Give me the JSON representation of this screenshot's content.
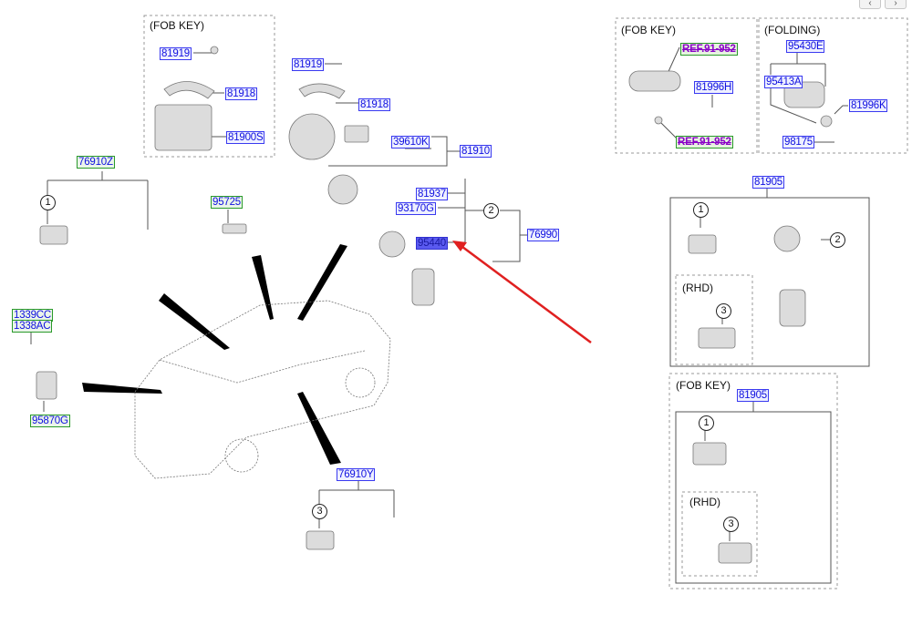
{
  "nav": {
    "prev_icon": "chevron-left-icon",
    "next_icon": "chevron-right-icon",
    "prev_glyph": "‹",
    "next_glyph": "›"
  },
  "groups": {
    "fob_key_top": {
      "caption": "(FOB KEY)"
    },
    "fob_key_remote": {
      "caption": "(FOB KEY)"
    },
    "folding": {
      "caption": "(FOLDING)"
    },
    "rhd_1": {
      "caption": "(RHD)"
    },
    "fob_key_bottom": {
      "caption": "(FOB KEY)"
    },
    "rhd_2": {
      "caption": "(RHD)"
    }
  },
  "callouts": {
    "c1": "1",
    "c2": "2",
    "c3": "3"
  },
  "labels": {
    "fob_81919": "81919",
    "fob_81918": "81918",
    "fob_81900S": "81900S",
    "p_81919": "81919",
    "p_81918": "81918",
    "p_39610K": "39610K",
    "p_81910": "81910",
    "p_81937": "81937",
    "p_93170G": "93170G",
    "p_95440": "95440",
    "p_76990": "76990",
    "p_76910Z": "76910Z",
    "p_95725": "95725",
    "p_1339CC": "1339CC",
    "p_1338AC": "1338AC",
    "p_95870G": "95870G",
    "p_76910Y": "76910Y",
    "ref_1": "REF.91-952",
    "ref_2": "REF.91-952",
    "p_81996H": "81996H",
    "p_95430E": "95430E",
    "p_95413A": "95413A",
    "p_81996K": "81996K",
    "p_98175": "98175",
    "p_81905_a": "81905",
    "p_81905_b": "81905"
  },
  "highlight": {
    "selected_part": "95440",
    "arrow_color": "#e02020"
  }
}
